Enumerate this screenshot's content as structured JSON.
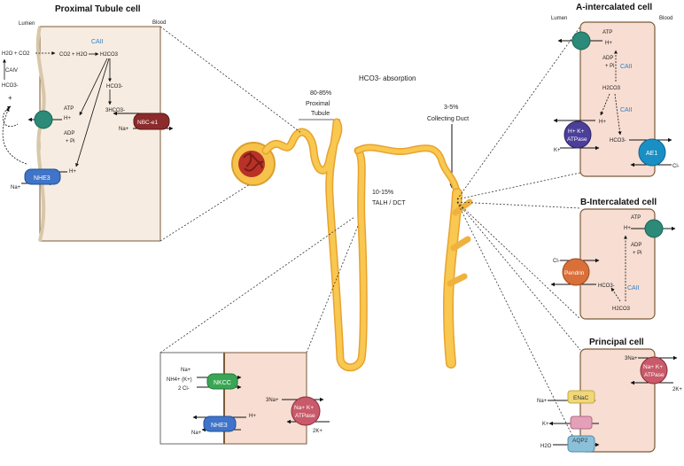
{
  "diagram": {
    "center": {
      "title": "HCO3- absorption",
      "pt_pct": "80-85%",
      "pt_label_1": "Proximal",
      "pt_label_2": "Tubule",
      "talh_pct": "10-15%",
      "talh_label": "TALH /  DCT",
      "cd_pct": "3-5%",
      "cd_label": "Collecting Duct"
    },
    "pt_cell": {
      "title": "Proximal Tubule cell",
      "lumen": "Lumen",
      "blood": "Blood",
      "h2o_co2_left": "H2O + CO2",
      "caiv": "CAIV",
      "hco3_left": "HCO3-",
      "plus": "+",
      "caii": "CAII",
      "co2_h2o": "CO2 + H2O",
      "h2co3": "H2CO3",
      "hco3_inner": "HCO3-",
      "three_hco3": "3HCO3-",
      "atp": "ATP",
      "h_top": "H+",
      "adp": "ADP",
      "pi": "+ Pi",
      "h_nhe3": "H+",
      "na_nhe3": "Na+",
      "nhe3": "NHE3",
      "nbc": "NBC-e1",
      "na_nbc": "Na+"
    },
    "talh_cell": {
      "na1": "Na+",
      "nh4k": "NH4+ (K+)",
      "cl2": "2 Cl-",
      "nkcc": "NKCC",
      "h": "H+",
      "na2": "Na+",
      "nhe3": "NHE3",
      "three_na": "3Na+",
      "pump1": "Na+ K+",
      "pump2": "ATPase",
      "two_k": "2K+"
    },
    "a_cell": {
      "title": "A-intercalated cell",
      "lumen": "Lumen",
      "blood": "Blood",
      "atp": "ATP",
      "h_top": "H+",
      "adp": "ADP",
      "pi": "+ Pi",
      "caii_top": "CAII",
      "h2co3": "H2CO3",
      "caii_bottom": "CAII",
      "h_mid": "H+",
      "pump1": "H+ K+",
      "pump2": "ATPase",
      "k": "K+",
      "hco3": "HCO3-",
      "ae1": "AE1",
      "cl": "Cl-"
    },
    "b_cell": {
      "title": "B-Intercalated cell",
      "atp": "ATP",
      "h": "H+",
      "adp": "ADP",
      "pi": "+ Pi",
      "cl": "Cl-",
      "pendrin": "Pendrin",
      "hco3": "HCO3-",
      "caii": "CAII",
      "h2co3": "H2CO3"
    },
    "principal_cell": {
      "title": "Principal cell",
      "three_na": "3Na+",
      "pump1": "Na+ K+",
      "pump2": "ATPase",
      "two_k": "2K+",
      "na": "Na+",
      "enac": "ENaC",
      "k": "K+",
      "h2o": "H2O",
      "aqp2": "AQP2"
    }
  }
}
